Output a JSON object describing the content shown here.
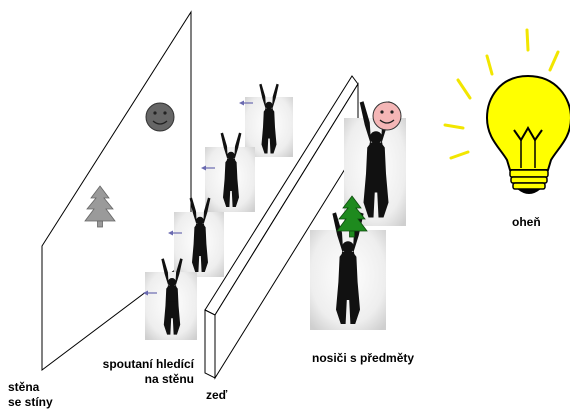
{
  "labels": {
    "wall_line1": "stěna",
    "wall_line2": "se stíny",
    "prisoners_line1": "spoutaní hledící",
    "prisoners_line2": "na stěnu",
    "partition": "zeď",
    "carriers": "nosiči s předměty",
    "fire": "oheň"
  },
  "colors": {
    "shadow_face": "#666666",
    "carrier_face": "#f4b6b6",
    "tree_shadow": "#9a9a9a",
    "tree_carried": "#1e8a1e",
    "bulb": "#ffff00",
    "rays": "#f2e600",
    "arrow": "#6a6ab0"
  },
  "icons": {
    "shadow_face": "smiley-icon",
    "carrier_face": "smiley-icon",
    "shadow_tree": "tree-icon",
    "carried_tree": "tree-icon",
    "fire": "light-bulb-icon",
    "gaze": "arrow-left-icon"
  }
}
